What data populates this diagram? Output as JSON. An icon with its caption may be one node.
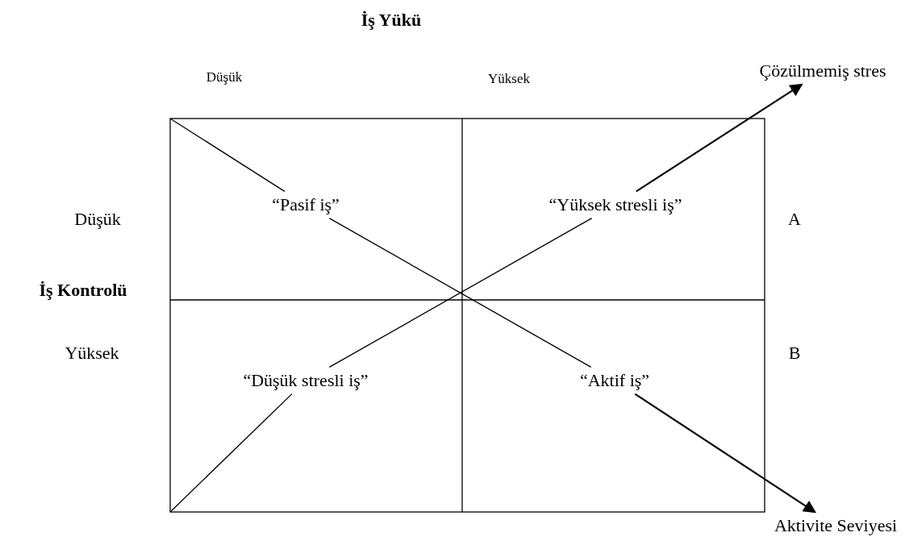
{
  "diagram": {
    "nodes": [
      {
        "text": [
          "“Pasif iş”"
        ]
      },
      {
        "text": [
          "“Yüksek stresli iş”"
        ]
      },
      {
        "text": [
          "“Düşük stresli iş”"
        ]
      },
      {
        "text": [
          "“Aktif iş”"
        ]
      },
      {
        "text": [
          "Çözülmemiş stres"
        ]
      },
      {
        "text": [
          "Aktivite  Seviyesi"
        ]
      }
    ],
    "edges": [
      {
        "from": null,
        "to": 0,
        "arrow": "none"
      },
      {
        "from": 0,
        "to": 3,
        "arrow": "none"
      },
      {
        "from": 3,
        "to": 5,
        "arrow": "to"
      },
      {
        "from": null,
        "to": 2,
        "arrow": "none"
      },
      {
        "from": 2,
        "to": 1,
        "arrow": "none"
      },
      {
        "from": 1,
        "to": 4,
        "arrow": "to"
      }
    ],
    "labels": [
      "İş Yükü",
      "Düşük",
      "Yüksek",
      "Düşük",
      "İş Kontrolü",
      "Yüksek",
      "A",
      "B"
    ]
  }
}
